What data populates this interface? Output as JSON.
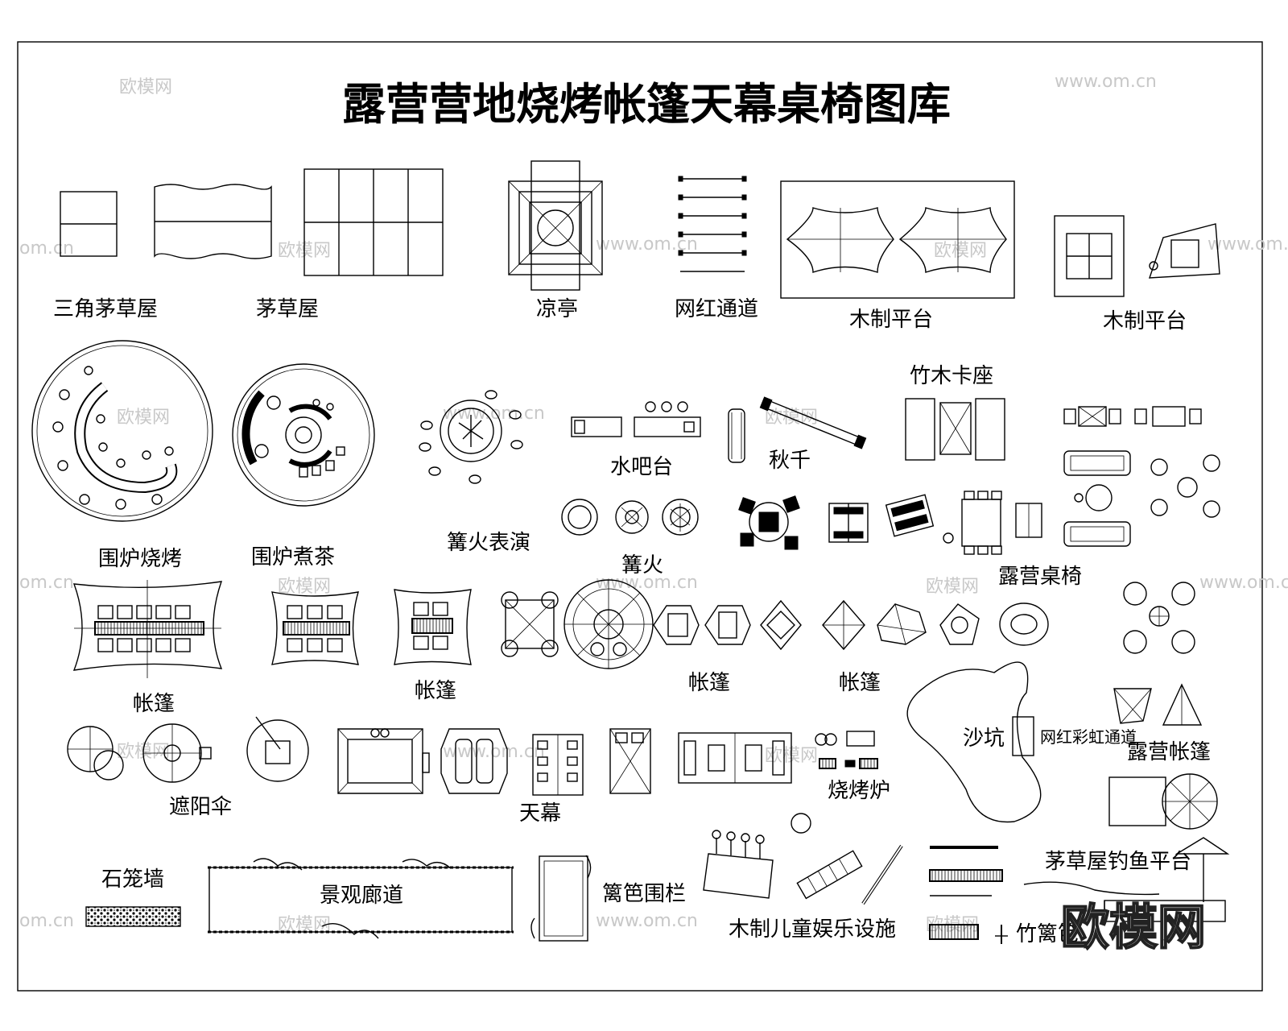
{
  "title": "露营营地烧烤帐篷天幕桌椅图库",
  "labels": {
    "triangle_hut": "三角茅草屋",
    "thatched_hut": "茅草屋",
    "pavilion": "凉亭",
    "influencer_path": "网红通道",
    "wood_platform_1": "木制平台",
    "wood_platform_2": "木制平台",
    "bamboo_booth": "竹木卡座",
    "water_bar": "水吧台",
    "swing": "秋千",
    "bonfire_show": "篝火表演",
    "bonfire": "篝火",
    "stove_bbq": "围炉烧烤",
    "stove_tea": "围炉煮茶",
    "camp_table": "露营桌椅",
    "tent_1": "帐篷",
    "tent_2": "帐篷",
    "tent_3": "帐篷",
    "tent_4": "帐篷",
    "sandpit": "沙坑",
    "rainbow_path": "网红彩虹通道",
    "camp_tent": "露营帐篷",
    "parasol": "遮阳伞",
    "canopy": "天幕",
    "bbq_grill": "烧烤炉",
    "stone_cage_wall": "石笼墙",
    "scenic_corridor": "景观廊道",
    "fence": "篱笆围栏",
    "kids_play": "木制儿童娱乐设施",
    "fishing_platform": "茅草屋钓鱼平台",
    "bamboo_fence": "竹篱笆"
  },
  "watermarks": {
    "small_cn": "欧模网",
    "small_url": "www.om.cn",
    "edge_url": "om.cn",
    "big": "欧模网"
  },
  "colors": {
    "line": "#000000",
    "watermark": "#c8c8c8"
  }
}
